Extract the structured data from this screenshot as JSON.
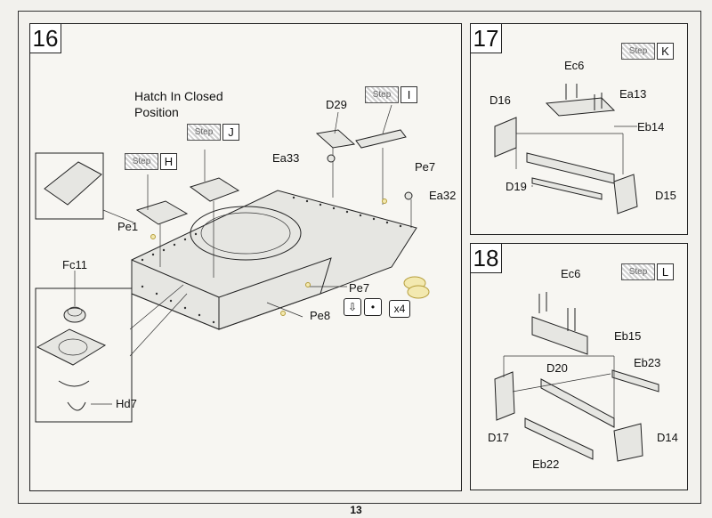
{
  "page_number": "13",
  "step16": {
    "number": "16",
    "note": "Hatch In Closed\nPosition",
    "note_line1": "Hatch In Closed",
    "note_line2": "Position",
    "refs": [
      {
        "hatch": "Step",
        "letter": "J"
      },
      {
        "hatch": "Step",
        "letter": "H"
      },
      {
        "hatch": "Step",
        "letter": "I"
      }
    ],
    "labels": {
      "d29": "D29",
      "ea33": "Ea33",
      "pe7_top": "Pe7",
      "ea32": "Ea32",
      "pe1": "Pe1",
      "fc11": "Fc11",
      "pe7_bottom": "Pe7",
      "pe8": "Pe8",
      "hd7": "Hd7",
      "x4": "x4"
    }
  },
  "step17": {
    "number": "17",
    "ref": {
      "hatch": "Step",
      "letter": "K"
    },
    "labels": {
      "ec6": "Ec6",
      "ea13": "Ea13",
      "d16": "D16",
      "eb14": "Eb14",
      "d19": "D19",
      "d15": "D15"
    }
  },
  "step18": {
    "number": "18",
    "ref": {
      "hatch": "Step",
      "letter": "L"
    },
    "labels": {
      "ec6": "Ec6",
      "eb15": "Eb15",
      "d20": "D20",
      "eb23": "Eb23",
      "d17": "D17",
      "d14": "D14",
      "eb22": "Eb22"
    }
  },
  "icons": [
    "glue-down-icon",
    "drill-icon"
  ]
}
